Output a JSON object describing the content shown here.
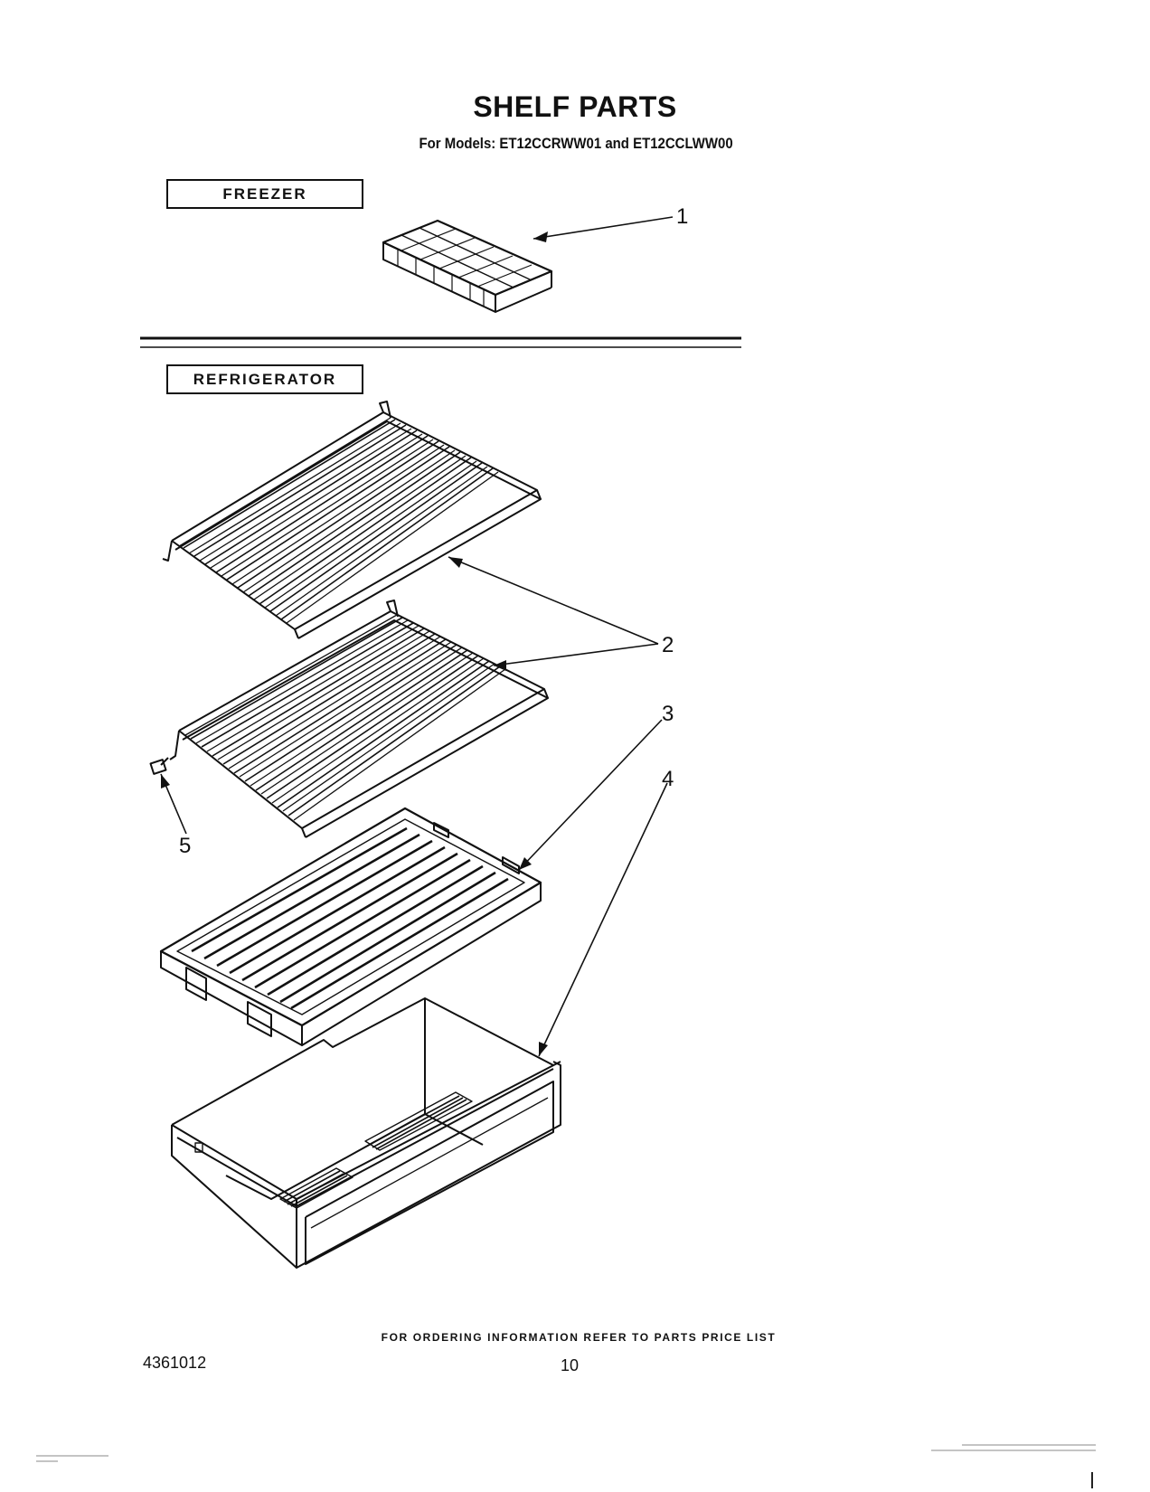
{
  "title": "SHELF PARTS",
  "subtitle": "For Models: ET12CCRWW01 and ET12CCLWW00",
  "sections": {
    "freezer": "FREEZER",
    "refrigerator": "REFRIGERATOR"
  },
  "callouts": [
    "1",
    "2",
    "3",
    "4",
    "5"
  ],
  "footer": {
    "order_note": "FOR ORDERING INFORMATION REFER TO PARTS PRICE LIST",
    "doc_number": "4361012",
    "page_number": "10"
  }
}
